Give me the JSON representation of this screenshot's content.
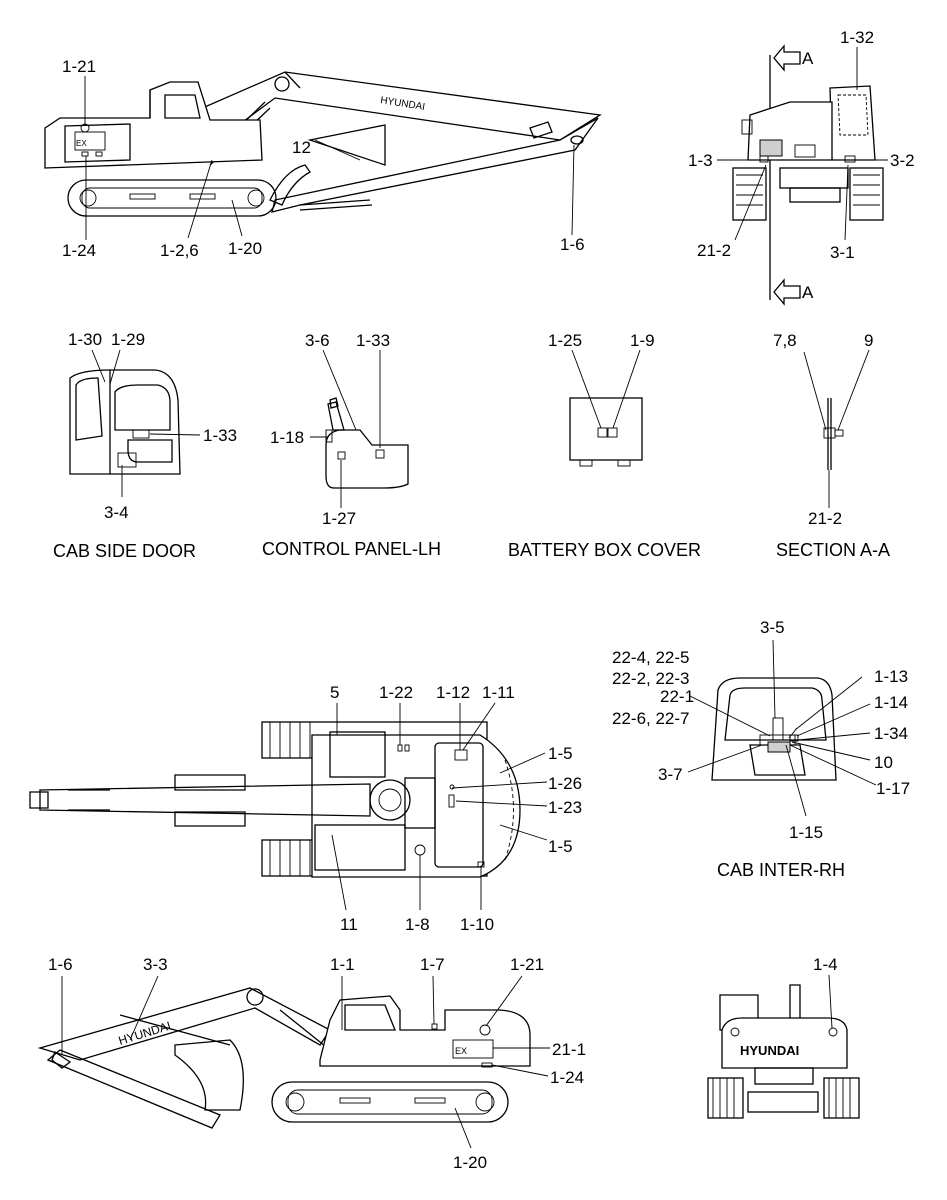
{
  "callouts": {
    "v1_1_21": "1-21",
    "v1_12": "12",
    "v1_1_24": "1-24",
    "v1_1_2_6": "1-2,6",
    "v1_1_20": "1-20",
    "v1_1_6": "1-6",
    "front_1_32": "1-32",
    "front_a_top": "A",
    "front_1_3": "1-3",
    "front_3_2": "3-2",
    "front_21_2": "21-2",
    "front_3_1": "3-1",
    "front_a_bottom": "A",
    "door_1_30": "1-30",
    "door_1_29": "1-29",
    "door_1_33": "1-33",
    "door_3_4": "3-4",
    "panel_3_6": "3-6",
    "panel_1_33": "1-33",
    "panel_1_18": "1-18",
    "panel_1_27": "1-27",
    "battery_1_25": "1-25",
    "battery_1_9": "1-9",
    "section_7_8": "7,8",
    "section_9": "9",
    "section_21_2": "21-2",
    "top_5": "5",
    "top_1_22": "1-22",
    "top_1_12": "1-12",
    "top_1_11": "1-11",
    "top_1_5a": "1-5",
    "top_1_26": "1-26",
    "top_1_23": "1-23",
    "top_1_5b": "1-5",
    "top_11": "11",
    "top_1_8": "1-8",
    "top_1_10": "1-10",
    "cab_3_5": "3-5",
    "cab_22_4": "22-4, 22-5",
    "cab_22_2": "22-2, 22-3",
    "cab_22_1": "22-1",
    "cab_22_6": "22-6, 22-7",
    "cab_1_13": "1-13",
    "cab_1_14": "1-14",
    "cab_1_34": "1-34",
    "cab_10": "10",
    "cab_3_7": "3-7",
    "cab_1_17": "1-17",
    "cab_1_15": "1-15",
    "v2_1_6": "1-6",
    "v2_3_3": "3-3",
    "v2_1_1": "1-1",
    "v2_1_7": "1-7",
    "v2_1_21": "1-21",
    "v2_21_1": "21-1",
    "v2_1_24": "1-24",
    "v2_1_20": "1-20",
    "rear_1_4": "1-4"
  },
  "captions": {
    "cab_side_door": "CAB SIDE DOOR",
    "control_panel": "CONTROL PANEL-LH",
    "battery_box": "BATTERY BOX COVER",
    "section_aa": "SECTION A-A",
    "cab_inter": "CAB INTER-RH"
  },
  "brand": {
    "boom_text_1": "HYUNDAI",
    "boom_text_2": "HYUNDAI",
    "rear_text": "HYUNDAI"
  }
}
